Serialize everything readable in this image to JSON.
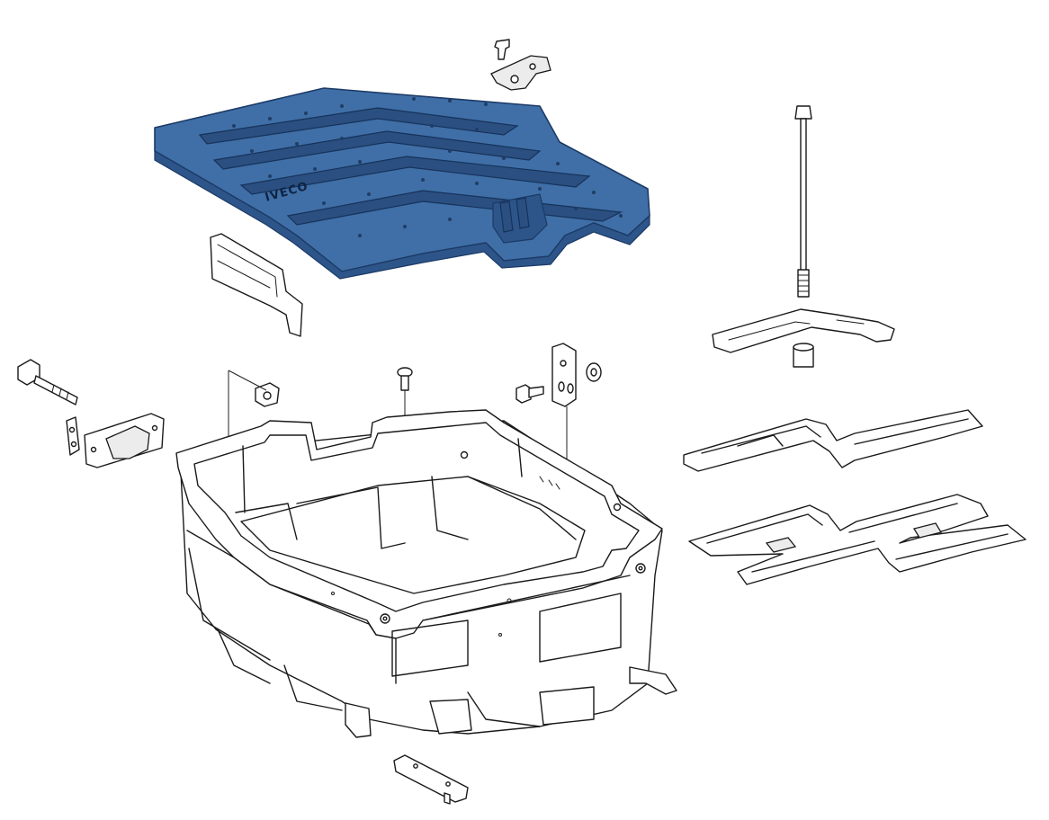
{
  "figure": {
    "cover": {
      "logo_text": "IVECO",
      "color": "#3f6fa6"
    },
    "parts": [
      "battery-cover",
      "cover-latch-clip",
      "cover-side-seal",
      "hold-down-rod",
      "hold-down-bracket",
      "rod-spacer",
      "battery-tray",
      "flange-bolt",
      "hinge-bracket",
      "hinge-plate",
      "nut",
      "screw",
      "mounting-bolt",
      "mounting-plate",
      "washer",
      "support-rail-upper",
      "support-rail-lower",
      "tray-bottom-bracket"
    ]
  }
}
